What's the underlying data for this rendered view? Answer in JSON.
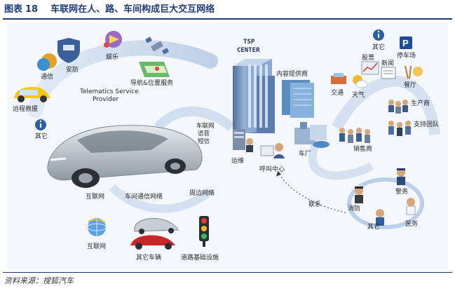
{
  "figure": {
    "label": "图表",
    "number": "18",
    "title": "车联网在人、路、车间构成巨大交互网络"
  },
  "source": "资料来源：搜狐汽车",
  "provider": {
    "line1": "Telematics Service",
    "line2": "Provider"
  },
  "services": {
    "communication": "通信",
    "security": "安防",
    "entertainment": "娱乐",
    "navigation": "导航&位置服务",
    "rescue": "远程救援",
    "other": "其它"
  },
  "tsp": {
    "line1": "TSP",
    "line2": "CENTER"
  },
  "content_provider": "内容提供商",
  "content_items": {
    "traffic": "交通",
    "weather": "天气",
    "stock": "股票",
    "news": "新闻",
    "restaurant": "餐厅",
    "parking": "停车场",
    "other": "其它"
  },
  "industry": {
    "producer": "生产商",
    "support": "支持团队",
    "dealer": "销售商",
    "factory": "车厂"
  },
  "center": {
    "operation": "运维",
    "call_center": "呼叫中心",
    "car_link": {
      "line1": "车联网",
      "line2": "语音",
      "line3": "短信"
    },
    "contact": "联系"
  },
  "emergency": {
    "police": "警务",
    "fire": "消防",
    "medical": "医务",
    "other": "其它"
  },
  "networks": {
    "internet": "互联网",
    "v2v": "车间通信网络",
    "surrounding": "周边网络"
  },
  "bottom": {
    "internet": "互联网",
    "other_vehicles": "其它车辆",
    "road_infra": "道路基础设施"
  },
  "colors": {
    "header": "#1f3a7a",
    "panel_bg": "#f4f7fb",
    "arrow": "#b9cce6",
    "car": "#b9c1c8",
    "building": "#6f8fb8"
  }
}
